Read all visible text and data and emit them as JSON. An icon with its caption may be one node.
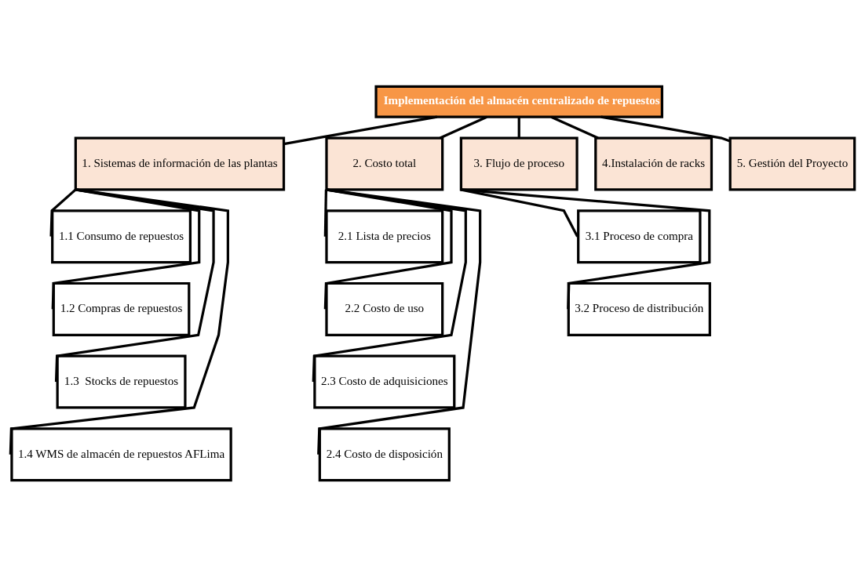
{
  "diagram": {
    "nodes": [
      {
        "text": [
          "Implementación del almacén centralizado de repuestos"
        ]
      },
      {
        "text": [
          "1. Sistemas de información de las plantas"
        ]
      },
      {
        "text": [
          "2. Costo total"
        ]
      },
      {
        "text": [
          "3. Flujo de proceso"
        ]
      },
      {
        "text": [
          "4.Instalación de racks"
        ]
      },
      {
        "text": [
          "5. Gestión del Proyecto"
        ]
      },
      {
        "text": [
          "1.1 Consumo de repuestos"
        ]
      },
      {
        "text": [
          "1.2 Compras de repuestos"
        ]
      },
      {
        "text": [
          "1.3  Stocks de repuestos"
        ]
      },
      {
        "text": [
          "1.4 WMS de almacén de repuestos AFLima"
        ]
      },
      {
        "text": [
          "2.1 Lista de precios"
        ]
      },
      {
        "text": [
          "2.2 Costo de uso"
        ]
      },
      {
        "text": [
          "2.3 Costo de adquisiciones"
        ]
      },
      {
        "text": [
          "2.4 Costo de disposición"
        ]
      },
      {
        "text": [
          "3.1 Proceso de compra"
        ]
      },
      {
        "text": [
          "3.2 Proceso de distribución"
        ]
      }
    ],
    "edges": [
      {
        "from": 0,
        "to": 1,
        "arrow": "none"
      },
      {
        "from": 0,
        "to": 2,
        "arrow": "none"
      },
      {
        "from": 0,
        "to": 3,
        "arrow": "none"
      },
      {
        "from": 0,
        "to": 4,
        "arrow": "none"
      },
      {
        "from": 0,
        "to": 5,
        "arrow": "none"
      },
      {
        "from": 1,
        "to": 6,
        "arrow": "none"
      },
      {
        "from": 1,
        "to": 7,
        "arrow": "none"
      },
      {
        "from": 1,
        "to": 8,
        "arrow": "none"
      },
      {
        "from": 1,
        "to": 9,
        "arrow": "none"
      },
      {
        "from": 2,
        "to": 10,
        "arrow": "none"
      },
      {
        "from": 2,
        "to": 11,
        "arrow": "none"
      },
      {
        "from": 2,
        "to": 12,
        "arrow": "none"
      },
      {
        "from": 2,
        "to": 13,
        "arrow": "none"
      },
      {
        "from": 3,
        "to": 14,
        "arrow": "none"
      },
      {
        "from": 3,
        "to": 15,
        "arrow": "none"
      }
    ]
  }
}
